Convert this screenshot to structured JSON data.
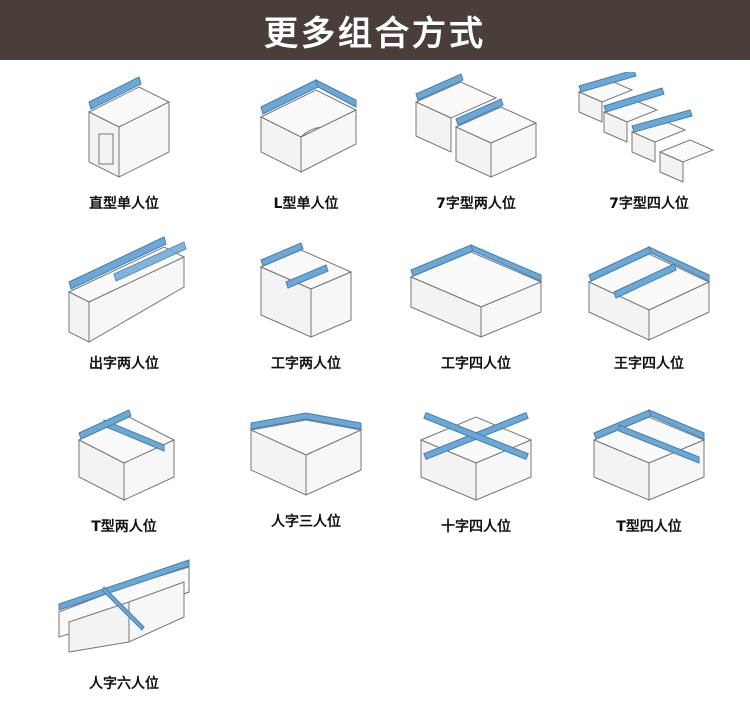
{
  "header": {
    "title": "更多组合方式"
  },
  "colors": {
    "header_bg": "#4a3e3b",
    "screen_blue": "#6aa8d8",
    "line": "#777777"
  },
  "layouts": [
    {
      "label": "直型单人位"
    },
    {
      "label": "L型单人位"
    },
    {
      "label": "7字型两人位"
    },
    {
      "label": "7字型四人位"
    },
    {
      "label": "出字两人位"
    },
    {
      "label": "工字两人位"
    },
    {
      "label": "工字四人位"
    },
    {
      "label": "王字四人位"
    },
    {
      "label": "T型两人位"
    },
    {
      "label": "人字三人位"
    },
    {
      "label": "十字四人位"
    },
    {
      "label": "T型四人位"
    },
    {
      "label": "人字六人位"
    }
  ]
}
